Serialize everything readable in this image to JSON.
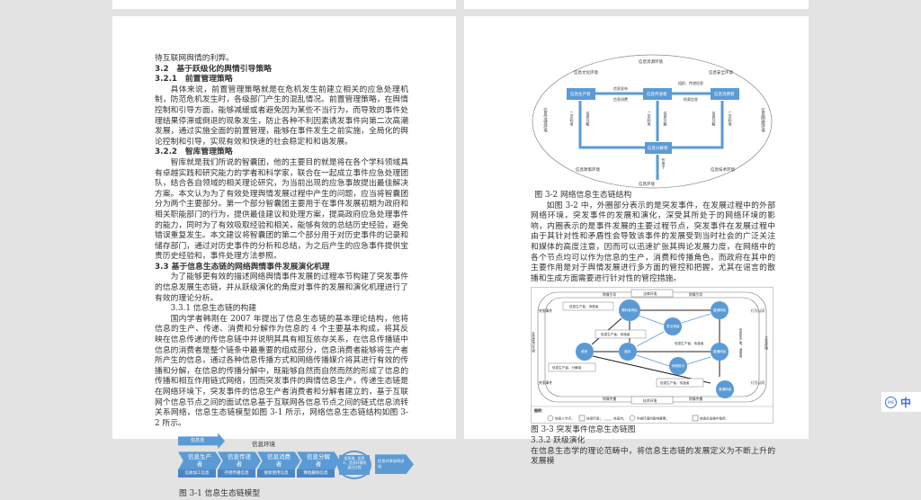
{
  "left_page": {
    "lines": [
      "待互联网舆情的利弊。"
    ],
    "h32": "3.2　基于跃级化的舆情引导策略",
    "h321": "3.2.1　前置管理策略",
    "p1": "具体来说，前置管理策略就是在危机发生前建立相关的应急处理机制，防范危机发生时，各级部门产生的混乱情况。前置管理策略，在舆情控制和引导方面，能够减缓或者避免因为某些不当行为，而导致的事件处理结果停滞或倒退的现象发生，防止各种不利因素诱发事件向第二次高潮发展，通过实施全面的前置管理，能够在事件发生之前实施，全局化的舆论控制和引导，实现有效和快速的社会稳定和和谐发展。",
    "h322": "3.2.2　智库管理策略",
    "p2": "智库就是我们所说的智囊团，他的主要目的就是将在各个学科领域具有卓越实践和研究能力的学者和科学家，联合在一起成立事件应急处理团队，结合各自领域的相关理论研究，为当前出现的应急事故提出最佳解决方案。本文认为为了有效处理舆情发展过程中产生的问题，应当将智囊团分为两个主要部分。第一个部分智囊团主要用于在事件发展初期为政府和相关职能部门的行为，提供最佳建议和处理方案，提高政府应急处理事件的能力，同时为了有效吸取经验和相关，能够有效的总结历史经验，避免错误重复发生。本文建议将智囊团的第二个部分用于对历史事件的记录和储存部门，通过对历史事件的分析和总结，为之后产生的应急事件提供宝贵历史经验和，事件处理方法参照。",
    "h33": "3.3 基于信息生态链的网络舆情事件发展演化机理",
    "p3": "为了能够更有效的描述网络舆情事件发展的过程本节构建了突发事件的信息发展生态链，并从跃级演化的角度对事件的发展和演化机理进行了有效的理论分析。",
    "h331": "3.3.1 信息生态链的构建",
    "p4": "国内学者韩刚在 2007 年提出了信息生态链的基本理论结构，他将信息的生产、传递、消费和分解作为信息的 4 个主要基本构成，将其反映在信息传递的传信息链中并说明其具有相互依存关系，在信息传播链中信息的消费者是整个链条中最重要的组成部分，信息消费者能够将生产者所产生的信息，通过各种信息传播方式和网络传播媒介将其进行有效的传播和分解，在信息的传播分解中，既能够自然而自然而然的形成了信息的传播和相互作用链式网络，因而突发事件的舆情信息生产，传递生态链是在网络环境下，突发事件的信息生产者消费者和分解者建立的，基于互联网个信息节点之间的面试信息基于互联网各信息节点之间的链式信息流转关系网络，信息生态链模型如图 3-1 所示，网络信息生态链结构如图 3-2 所示。",
    "fig31": {
      "flow": "信息流",
      "env": "信息环境",
      "stages": [
        {
          "title": "信息生产者",
          "sub": "信收加工信息"
        },
        {
          "title": "信息传递者",
          "sub": "存储传播信息"
        },
        {
          "title": "信息消费者",
          "sub": "搜索使用信息"
        },
        {
          "title": "信息分解者",
          "sub": "释放删除信息"
        }
      ],
      "cycle": "信息流、信息人、信息环境的适应过程",
      "end": "信息共享协同进化",
      "caption": "图 3-1 信息生态链模型"
    }
  },
  "right_page": {
    "fig32": {
      "env_top": "信息资源环境",
      "env_tl": "信息文化环境",
      "env_tr": "信息安全环境",
      "env_l": "信息法律环境",
      "env_r": "信息网络环境",
      "env_bl": "信息政策环境",
      "env_br": "信息技术环境",
      "env_bottom": "信息环境",
      "producer": "信息生产者",
      "transmitter": "信息传递者",
      "consumer": "信息消费者",
      "decomposer": "信息分解者",
      "pub": "信息发布",
      "cons": "信息消费",
      "org": "组织、传递信息",
      "search": "检索信息",
      "reuse": "二次利用",
      "decomp": "信息分解",
      "acts": "作用于",
      "caption": "图 3-2 网络信息生态链结构"
    },
    "p1": "如图 3-2 中，外圈部分表示的是突发事件，在发展过程中的外部网络环境，突发事件的发展和演化，深受其所处于的网络环境的影响，内圈表示的是事件发展的主要过程节点，突发事件在发展过程中由于其针对性和矛盾性会导致该事件的发展受到当时社会的广泛关注和媒体的高度注意，因而可以迅速扩张其舆论发展力度，在网络中的各个节点均可以作为信息的生产，消费和传播角色，而政府在其中的主要作用是对于舆情发展进行多方面的管控和把握，尤其在谣言的散播和生成方面需要进行针对性的管控措施。",
    "fig33": {
      "law": "法律环境",
      "tech": "技术环境",
      "guide1": "舆情引导",
      "guide2": "舆情引导",
      "spread1": "舆情传播",
      "spread2": "舆情传播",
      "event1": "突发事件",
      "event2": "突发事件",
      "behav1": "行为认同",
      "behav2": "行为认同",
      "socio": "社会经济环境",
      "culture": "文化环境",
      "nodes": {
        "opinion": "爆料者网民",
        "leader": "意见领袖",
        "netizen1": "普通网民",
        "netizen2": "普通网民",
        "netizen3": "普通网民",
        "gov": "政府",
        "media": "媒体",
        "water": "网络推手"
      },
      "roles": {
        "pc": "信息生产者、消费者",
        "pt": "信息生产者、传递者",
        "pt2": "信息生产者、传递者",
        "pd": "信息生产者、分解者",
        "pt3": "信息生产者、传递者",
        "pcv": "信息生产者、消费者"
      },
      "legend_title": "图例：",
      "legend": [
        "信息人节点；",
        "信息环境；",
        "信息流；",
        "外部环境所影响要素；",
        "信息生态链中角色"
      ],
      "caption": "图 3-3 突发事件信息生态链图"
    },
    "h332": "3.3.2 跃级演化",
    "p2": "在信息生态学的理论范畴中，将信息生态链的发展定义为不断上升的发展模"
  },
  "widget": {
    "lang": "中",
    "icon": "ime-logo-icon"
  },
  "colors": {
    "blue": "#5b9bd5",
    "bg": "#e3e3e3"
  }
}
